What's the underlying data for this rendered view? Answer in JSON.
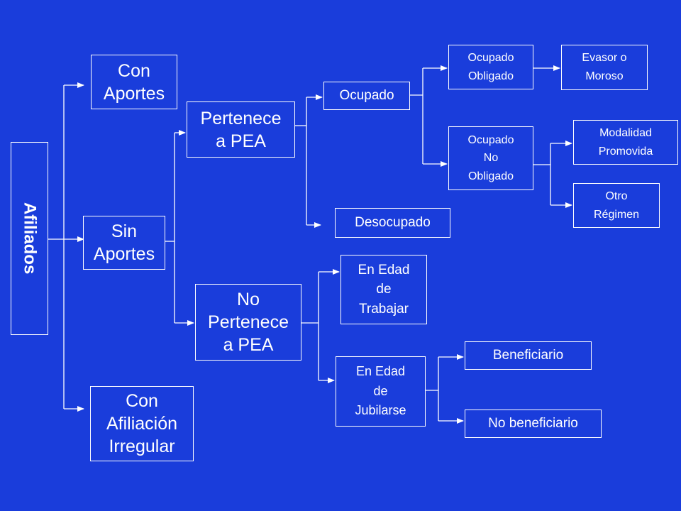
{
  "diagram": {
    "root": "Afiliados",
    "nodes": {
      "con_aportes": "Con\nAportes",
      "sin_aportes": "Sin\nAportes",
      "con_afiliacion_irregular": "Con\nAfiliación\nIrregular",
      "pertenece_pea": "Pertenece\na PEA",
      "no_pertenece_pea": "No\nPertenece\na PEA",
      "ocupado": "Ocupado",
      "desocupado": "Desocupado",
      "ocupado_obligado": "Ocupado\nObligado",
      "ocupado_no_obligado": "Ocupado\nNo\nObligado",
      "evasor_moroso": "Evasor o\nMoroso",
      "modalidad_promovida": "Modalidad\nPromovida",
      "otro_regimen": "Otro\nRégimen",
      "edad_trabajar": "En Edad\nde\nTrabajar",
      "edad_jubilarse": "En Edad\nde\nJubilarse",
      "beneficiario": "Beneficiario",
      "no_beneficiario": "No beneficiario"
    }
  },
  "colors": {
    "background": "#1a3ddb",
    "lines": "#ffffff"
  }
}
